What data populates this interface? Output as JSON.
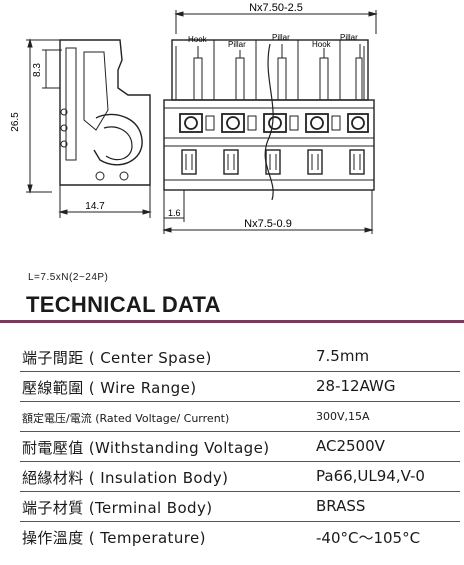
{
  "drawing": {
    "top_dim": "Nx7.50-2.5",
    "height_dim": "26.5",
    "upper_dim": "8.3",
    "width_dim": "14.7",
    "offset_dim": "1.6",
    "bottom_dim": "Nx7.5-0.9",
    "callouts": [
      "Hook",
      "Pillar",
      "Pillar",
      "Hook",
      "Pillar"
    ]
  },
  "formula": "L=7.5xN(2~24P)",
  "section_title": "TECHNICAL DATA",
  "colors": {
    "rule": "#7a3a5e"
  },
  "specs": [
    {
      "label": "端子間距 ( Center Spase)",
      "value": "7.5mm"
    },
    {
      "label": "壓線範圍 ( Wire Range)",
      "value": "28-12AWG"
    },
    {
      "label": "額定電压/電流 (Rated Voltage/ Current)",
      "value": "300V,15A"
    },
    {
      "label": "耐電壓值 (Withstanding Voltage)",
      "value": "AC2500V"
    },
    {
      "label": "絕緣材料 ( Insulation Body)",
      "value": "Pa66,UL94,V-0"
    },
    {
      "label": "端子材質 (Terminal Body)",
      "value": "BRASS"
    },
    {
      "label": "操作溫度 ( Temperature)",
      "value": "-40°C～105°C"
    }
  ]
}
